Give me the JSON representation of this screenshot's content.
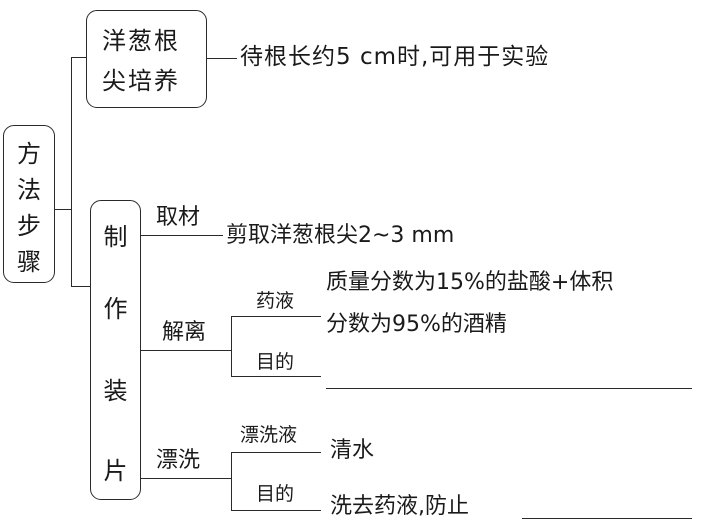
{
  "root": {
    "label_chars": [
      "方",
      "法",
      "步",
      "骤"
    ],
    "label": "方法步骤"
  },
  "step1": {
    "box_line1": "洋葱根",
    "box_line2": "尖培养",
    "description": "待根长约5 cm时,可用于实验"
  },
  "step2": {
    "box_chars": [
      "制",
      "作",
      "装",
      "片"
    ],
    "label": "制作装片",
    "sub_steps": [
      {
        "name": "取材",
        "content": "剪取洋葱根尖2~3 mm"
      },
      {
        "name": "解离",
        "branches": [
          {
            "label": "药液",
            "content_line1": "质量分数为15%的盐酸+体积",
            "content_line2": "分数为95%的酒精"
          },
          {
            "label": "目的",
            "content": ""
          }
        ]
      },
      {
        "name": "漂洗",
        "branches": [
          {
            "label": "漂洗液",
            "content": "清水"
          },
          {
            "label": "目的",
            "content": "洗去药液,防止"
          }
        ]
      }
    ]
  }
}
